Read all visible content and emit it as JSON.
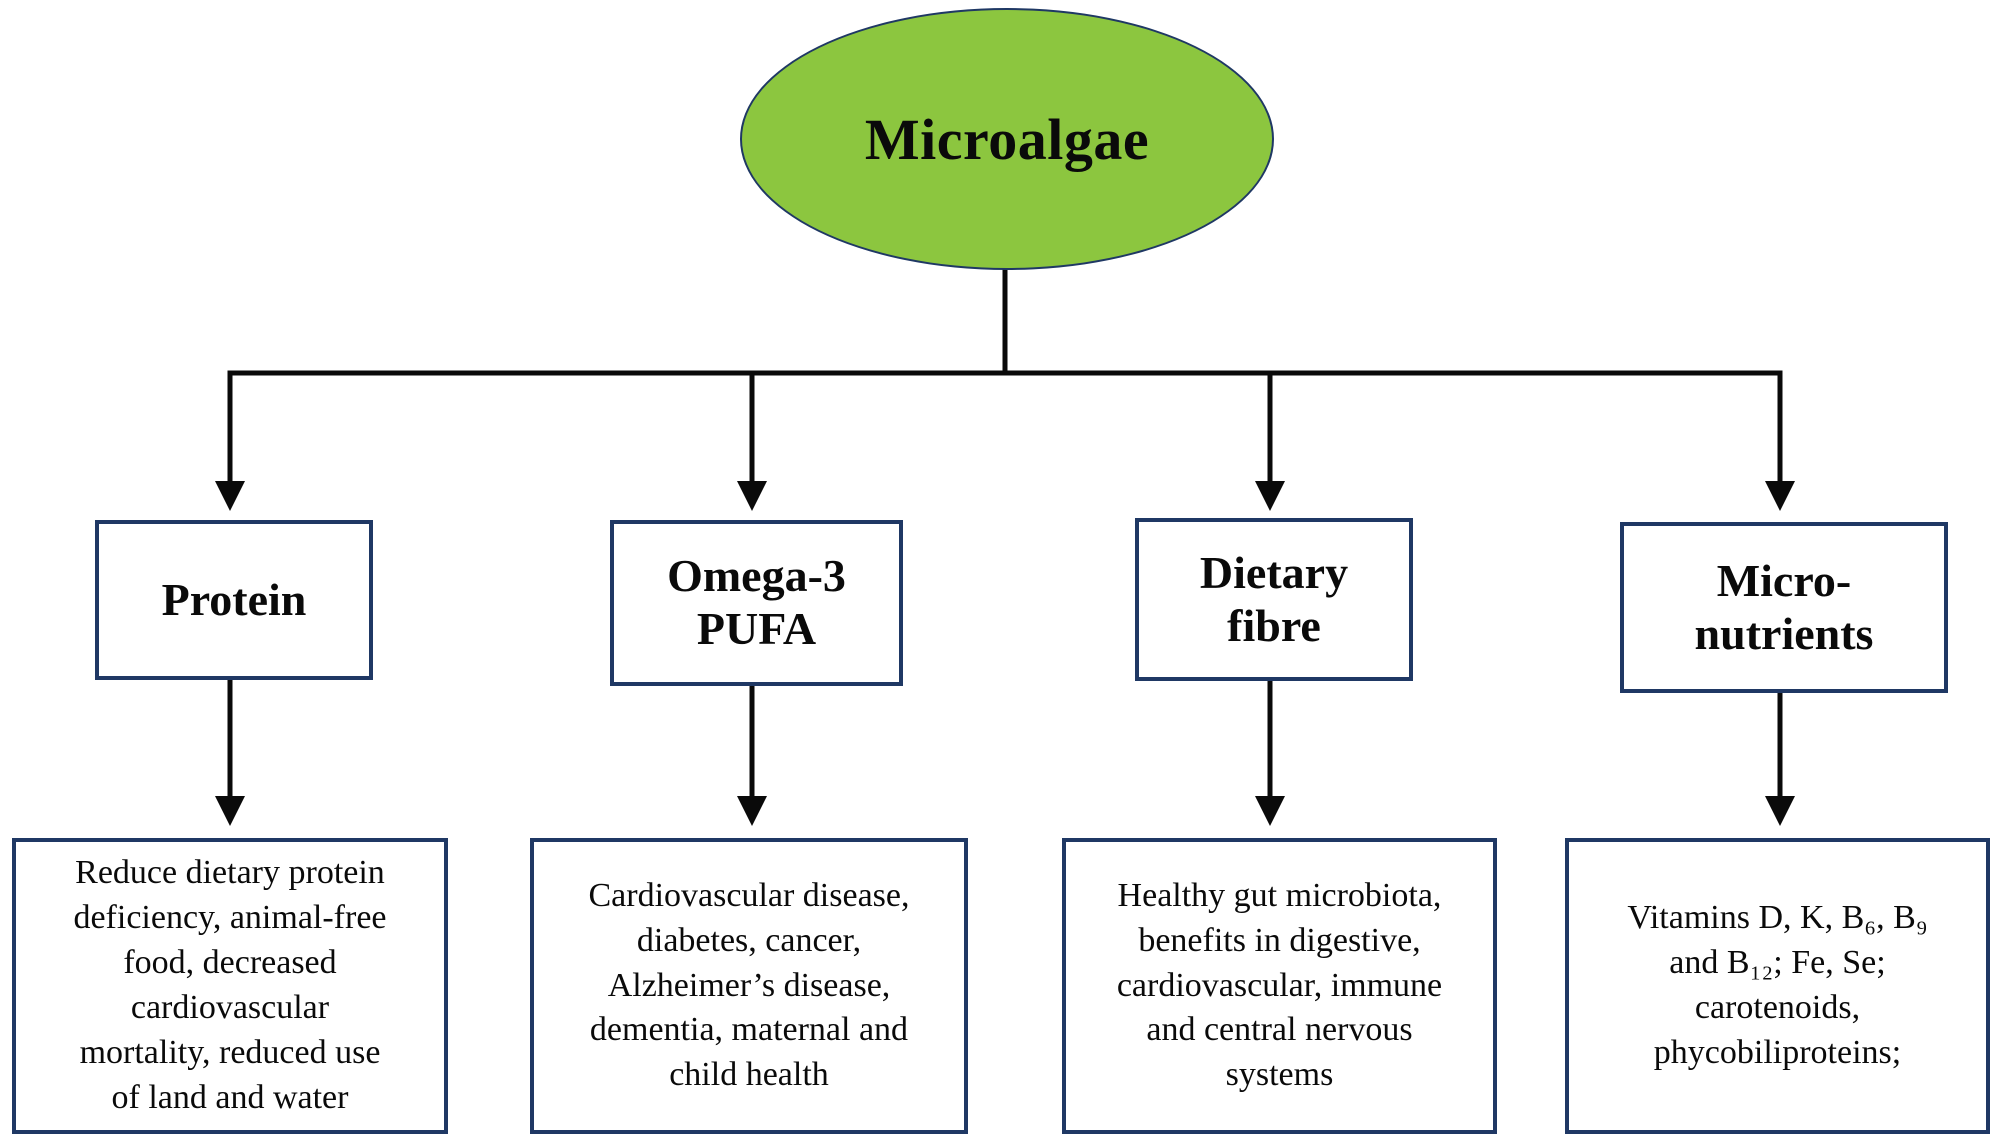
{
  "diagram": {
    "root": {
      "label": "Microalgae"
    },
    "colors": {
      "ellipse_fill": "#8CC63F",
      "box_border": "#1F3864",
      "line": "#0a0a0a"
    },
    "branches": [
      {
        "title": "Protein",
        "description": "Reduce dietary protein\ndeficiency, animal-free\nfood, decreased\ncardiovascular\nmortality, reduced use\nof land and water"
      },
      {
        "title": "Omega-3\nPUFA",
        "description": "Cardiovascular disease,\ndiabetes, cancer,\nAlzheimer’s disease,\ndementia, maternal and\nchild health"
      },
      {
        "title": "Dietary\nfibre",
        "description": "Healthy gut microbiota,\nbenefits in digestive,\ncardiovascular, immune\nand central nervous\nsystems"
      },
      {
        "title": "Micro-\nnutrients",
        "description": "Vitamins D, K, B₆, B₉\nand B₁₂; Fe, Se;\ncarotenoids,\nphycobiliproteins;"
      }
    ]
  }
}
